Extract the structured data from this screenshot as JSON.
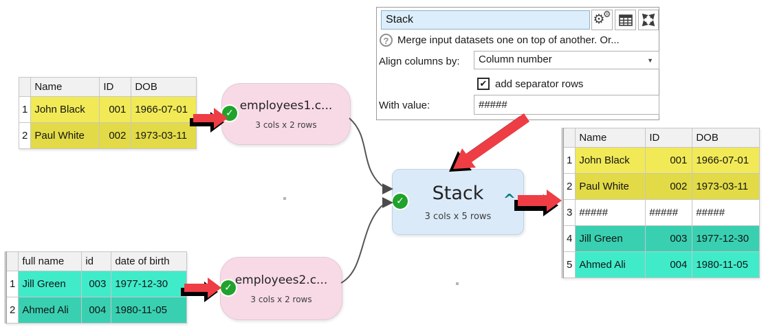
{
  "panel": {
    "name_field_value": "Stack",
    "help_text": "Merge input datasets one on top of another. Or...",
    "align_columns": {
      "label": "Align columns by:",
      "value": "Column number"
    },
    "separator": {
      "checked": true,
      "label": "add separator rows"
    },
    "with_value": {
      "label": "With value:",
      "value": "#####"
    }
  },
  "nodes": {
    "input1": {
      "title": "employees1.c...",
      "subtitle": "3 cols x 2 rows"
    },
    "input2": {
      "title": "employees2.c...",
      "subtitle": "3 cols x 2 rows"
    },
    "stack": {
      "title": "Stack",
      "subtitle": "3 cols x 5 rows",
      "collapse_caret": "^"
    }
  },
  "tables": {
    "input1": {
      "headers": [
        "Name",
        "ID",
        "DOB"
      ],
      "rows": [
        {
          "num": "1",
          "name": "John Black",
          "id": "001",
          "dob": "1966-07-01"
        },
        {
          "num": "2",
          "name": "Paul White",
          "id": "002",
          "dob": "1973-03-11"
        }
      ]
    },
    "input2": {
      "headers": [
        "full name",
        "id",
        "date of birth"
      ],
      "rows": [
        {
          "num": "1",
          "name": "Jill Green",
          "id": "003",
          "dob": "1977-12-30"
        },
        {
          "num": "2",
          "name": "Ahmed Ali",
          "id": "004",
          "dob": "1980-11-05"
        }
      ]
    },
    "output": {
      "headers": [
        "Name",
        "ID",
        "DOB"
      ],
      "rows": [
        {
          "num": "1",
          "name": "John Black",
          "id": "001",
          "dob": "1966-07-01"
        },
        {
          "num": "2",
          "name": "Paul White",
          "id": "002",
          "dob": "1973-03-11"
        },
        {
          "num": "3",
          "name": "#####",
          "id": "#####",
          "dob": "#####"
        },
        {
          "num": "4",
          "name": "Jill Green",
          "id": "003",
          "dob": "1977-12-30"
        },
        {
          "num": "5",
          "name": "Ahmed Ali",
          "id": "004",
          "dob": "1980-11-05"
        }
      ]
    }
  },
  "glyphs": {
    "check": "✓",
    "checkbox_check": "✔",
    "help": "?",
    "dropdown_caret": "▼",
    "gear": "⚙"
  },
  "colors": {
    "yellow_row": "#f1ea56",
    "yellow_row_alt": "#e2db47",
    "teal_row": "#40ebca",
    "teal_row_alt": "#39d0b2",
    "node_pink": "#f8dae6",
    "node_blue": "#daeaf8",
    "status_green": "#1fa32c",
    "arrow_red": "#ee3d44",
    "caret_teal": "#0f7d88",
    "name_field_blue": "#dceefb"
  }
}
